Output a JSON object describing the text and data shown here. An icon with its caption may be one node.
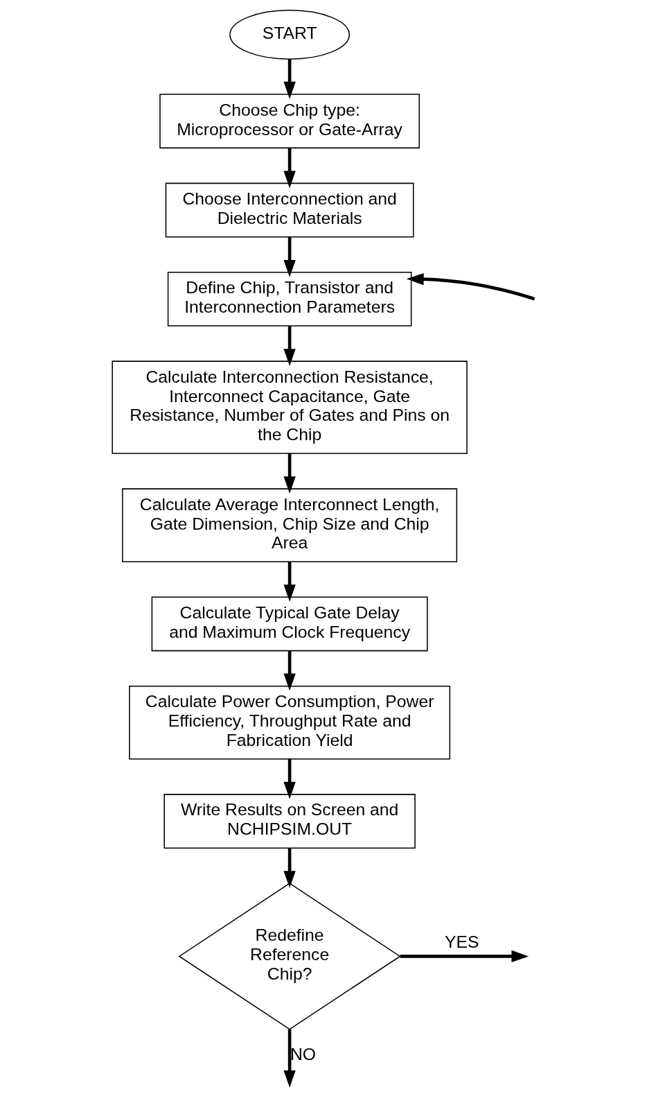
{
  "diagram": {
    "nodes": [
      {
        "text": [
          "START"
        ]
      },
      {
        "text": [
          "Choose Chip type: Microprocessor or Gate-Array"
        ]
      },
      {
        "text": [
          "Choose Interconnection and Dielectric Materials"
        ]
      },
      {
        "text": [
          "Define Chip, Transistor and Interconnection Parameters"
        ]
      },
      {
        "text": [
          "Calculate Interconnection Resistance, Interconnect Capacitance, Gate Resistance, Number of Gates and Pins on the Chip"
        ]
      },
      {
        "text": [
          "Calculate Average Interconnect Length, Gate Dimension, Chip Size and Chip Area"
        ]
      },
      {
        "text": [
          "Calculate Typical Gate Delay and Maximum Clock Frequency"
        ]
      },
      {
        "text": [
          "Calculate Power Consumption, Power Efficiency, Throughput Rate and Fabrication Yield"
        ]
      },
      {
        "text": [
          "Write Results on Screen and NCHIPSIM.OUT"
        ]
      },
      {
        "text": [
          "Redefine Reference Chip?"
        ]
      }
    ],
    "edges": [
      {
        "from": 0,
        "to": 1,
        "arrow": "to"
      },
      {
        "from": 1,
        "to": 2,
        "arrow": "to"
      },
      {
        "from": null,
        "to": 3,
        "arrow": "to"
      },
      {
        "from": 2,
        "to": 3,
        "arrow": "to"
      },
      {
        "from": 3,
        "to": 4,
        "arrow": "to"
      },
      {
        "from": 4,
        "to": 5,
        "arrow": "to"
      },
      {
        "from": 5,
        "to": 6,
        "arrow": "to"
      },
      {
        "from": 6,
        "to": 7,
        "arrow": "to"
      },
      {
        "from": 7,
        "to": 8,
        "arrow": "to"
      },
      {
        "from": 8,
        "to": 9,
        "arrow": "to"
      },
      {
        "from": 9,
        "to": null,
        "arrow": "to",
        "label": "YES"
      },
      {
        "from": 9,
        "to": null,
        "arrow": "to",
        "label": "NO"
      }
    ]
  }
}
